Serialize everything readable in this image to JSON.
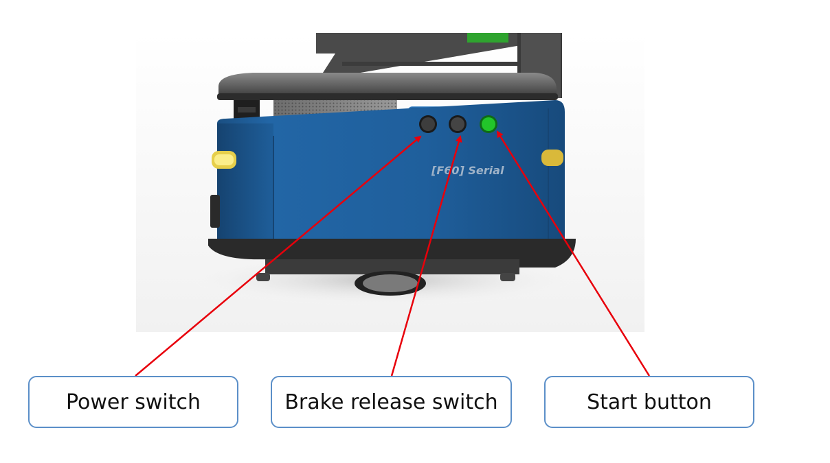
{
  "photo": {
    "model_label": "[F60] Serial"
  },
  "callouts": [
    {
      "id": "power",
      "label": "Power switch"
    },
    {
      "id": "brake",
      "label": "Brake release switch"
    },
    {
      "id": "start",
      "label": "Start button"
    }
  ],
  "colors": {
    "arrow": "#e8000b",
    "callout_border": "#5b8fc8",
    "robot_body": "#1e5c95",
    "start_button": "#22c52a"
  }
}
